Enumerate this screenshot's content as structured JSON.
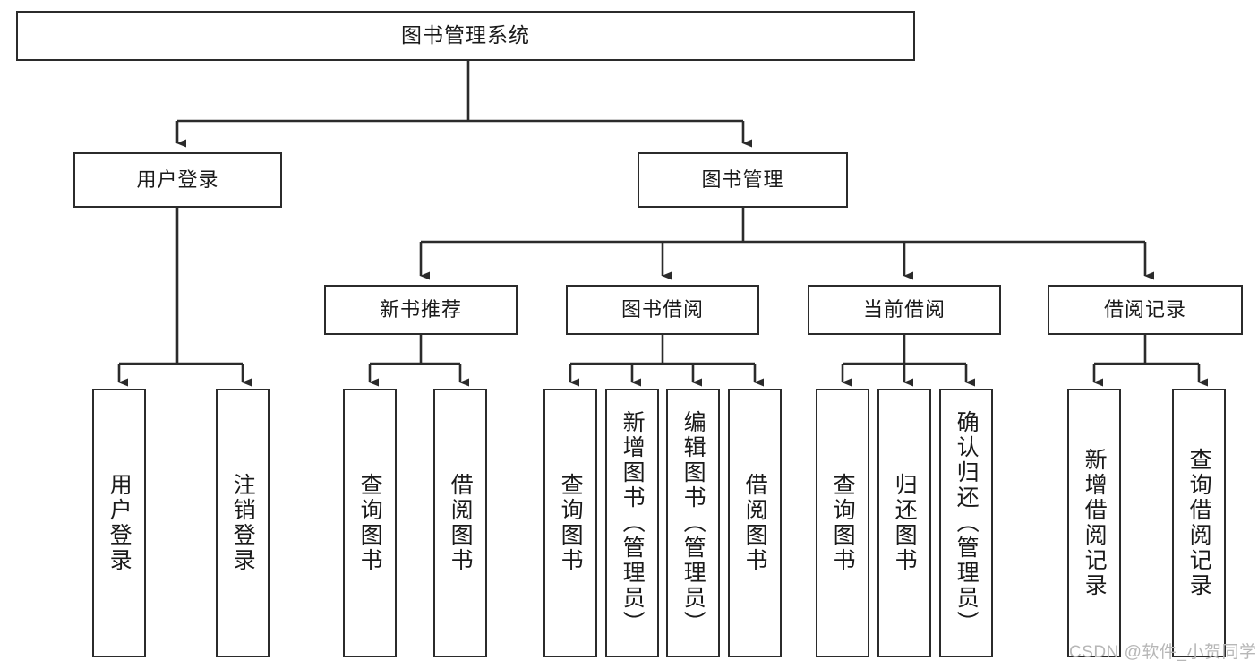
{
  "diagram": {
    "title": "图书管理系统",
    "type": "tree",
    "colors": {
      "stroke": "#2b2b2b",
      "fill": "#ffffff",
      "text": "#1a1a1a",
      "watermark": "#b7b7b7"
    },
    "levels": {
      "root": [
        "图书管理系统"
      ],
      "level2": [
        "用户登录",
        "图书管理"
      ],
      "level3": [
        "新书推荐",
        "图书借阅",
        "当前借阅",
        "借阅记录"
      ],
      "leaves": [
        "用户登录",
        "注销登录",
        "查询图书",
        "借阅图书",
        "查询图书",
        "新增图书（管理员）",
        "编辑图书（管理员）",
        "借阅图书",
        "查询图书",
        "归还图书",
        "确认归还（管理员）",
        "新增借阅记录",
        "查询借阅记录"
      ]
    },
    "nodes": {
      "root": {
        "label": "图书管理系统"
      },
      "user_login": {
        "label": "用户登录"
      },
      "book_mgmt": {
        "label": "图书管理"
      },
      "new_book_rec": {
        "label": "新书推荐"
      },
      "book_borrow": {
        "label": "图书借阅"
      },
      "current_borrow": {
        "label": "当前借阅"
      },
      "borrow_record": {
        "label": "借阅记录"
      },
      "leaf_user_login": {
        "label": "用户登录"
      },
      "leaf_logout": {
        "label": "注销登录"
      },
      "leaf_query_book_1": {
        "label": "查询图书"
      },
      "leaf_borrow_book_1": {
        "label": "借阅图书"
      },
      "leaf_query_book_2": {
        "label": "查询图书"
      },
      "leaf_add_book_admin": {
        "label": "新增图书（管理员）"
      },
      "leaf_edit_book_admin": {
        "label": "编辑图书（管理员）"
      },
      "leaf_borrow_book_2": {
        "label": "借阅图书"
      },
      "leaf_query_book_3": {
        "label": "查询图书"
      },
      "leaf_return_book": {
        "label": "归还图书"
      },
      "leaf_confirm_return_admin": {
        "label": "确认归还（管理员）"
      },
      "leaf_add_borrow_record": {
        "label": "新增借阅记录"
      },
      "leaf_query_borrow_record": {
        "label": "查询借阅记录"
      }
    },
    "edges": [
      {
        "from": "root",
        "to": "user_login"
      },
      {
        "from": "root",
        "to": "book_mgmt"
      },
      {
        "from": "user_login",
        "to": "leaf_user_login"
      },
      {
        "from": "user_login",
        "to": "leaf_logout"
      },
      {
        "from": "book_mgmt",
        "to": "new_book_rec"
      },
      {
        "from": "book_mgmt",
        "to": "book_borrow"
      },
      {
        "from": "book_mgmt",
        "to": "current_borrow"
      },
      {
        "from": "book_mgmt",
        "to": "borrow_record"
      },
      {
        "from": "new_book_rec",
        "to": "leaf_query_book_1"
      },
      {
        "from": "new_book_rec",
        "to": "leaf_borrow_book_1"
      },
      {
        "from": "book_borrow",
        "to": "leaf_query_book_2"
      },
      {
        "from": "book_borrow",
        "to": "leaf_add_book_admin"
      },
      {
        "from": "book_borrow",
        "to": "leaf_edit_book_admin"
      },
      {
        "from": "book_borrow",
        "to": "leaf_borrow_book_2"
      },
      {
        "from": "current_borrow",
        "to": "leaf_query_book_3"
      },
      {
        "from": "current_borrow",
        "to": "leaf_return_book"
      },
      {
        "from": "current_borrow",
        "to": "leaf_confirm_return_admin"
      },
      {
        "from": "borrow_record",
        "to": "leaf_add_borrow_record"
      },
      {
        "from": "borrow_record",
        "to": "leaf_query_borrow_record"
      }
    ]
  },
  "watermark": {
    "text": "CSDN @软件_小贺同学"
  }
}
